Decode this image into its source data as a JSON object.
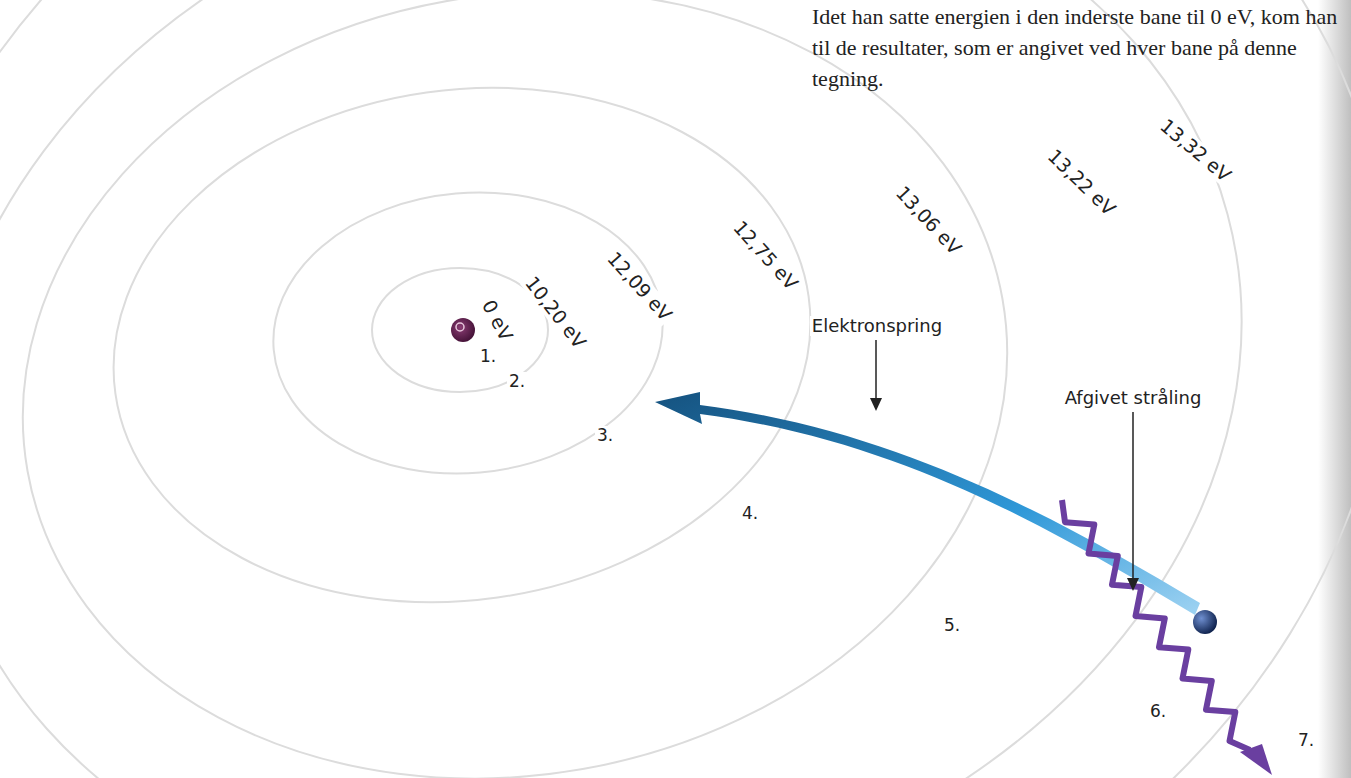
{
  "diagram": {
    "labels": [
      "Idet han satte energien i den inderste bane til 0 eV, kom han til de resultater, som er angivet ved hver bane på denne tegning.",
      "0 eV",
      "10,20 eV",
      "12,09 eV",
      "12,75 eV",
      "13,06 eV",
      "13,22 eV",
      "13,32 eV",
      "1.",
      "2.",
      "3.",
      "4.",
      "5.",
      "6.",
      "7.",
      "Elektronspring",
      "Afgivet stråling"
    ]
  }
}
